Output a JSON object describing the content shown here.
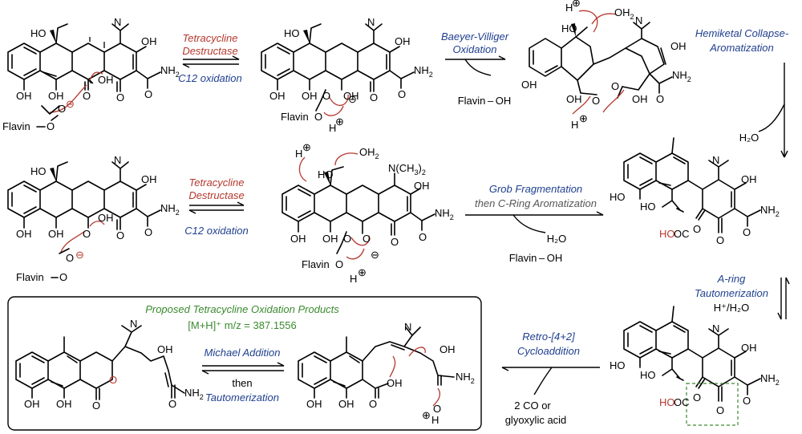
{
  "colors": {
    "red": "#b5382e",
    "blue": "#1f3f8f",
    "green": "#3a8a2e",
    "black": "#000000",
    "gray": "#555555"
  },
  "steps": {
    "s1": {
      "top": "Tetracycline",
      "top2": "Destructase",
      "bottom": "C12 oxidation"
    },
    "s2": {
      "top": "Baeyer-Villiger",
      "top2": "Oxidation",
      "byproduct": "Flavin – OH"
    },
    "s3": {
      "top": "Hemiketal Collapse-",
      "top2": "Aromatization",
      "byproduct": "H₂O"
    },
    "s4": {
      "top": "Tetracycline",
      "top2": "Destructase",
      "bottom": "C12 oxidation"
    },
    "s5": {
      "top": "Grob Fragmentation",
      "top2": "then C-Ring Aromatization",
      "byproduct1": "H₂O",
      "byproduct2": "Flavin – OH"
    },
    "s6": {
      "top": "A-ring",
      "top2": "Tautomerization",
      "reagent": "H⁺/H₂O"
    },
    "s7": {
      "top": "Retro-[4+2]",
      "top2": "Cycloaddition",
      "byproduct1": "2 CO or",
      "byproduct2": "glyoxylic acid"
    },
    "s8": {
      "top": "Michael Addition",
      "mid": "then",
      "bottom": "Tautomerization"
    }
  },
  "box": {
    "title": "Proposed Tetracycline Oxidation Products",
    "mass": "[M+H]⁺ m/z = 387.1556"
  },
  "atoms": {
    "OH": "OH",
    "HO": "HO",
    "NH2": "NH",
    "two": "2",
    "O": "O",
    "H": "H",
    "N": "N",
    "flavin": "Flavin",
    "oh2": "OH",
    "oh2sub": "2",
    "NMe": "N(CH",
    "NMe3": "3",
    ")2": ")",
    "two2": "2",
    "HOOC": "HO",
    "OC": "OC",
    "plus": "⊕",
    "minus": "⊖"
  }
}
